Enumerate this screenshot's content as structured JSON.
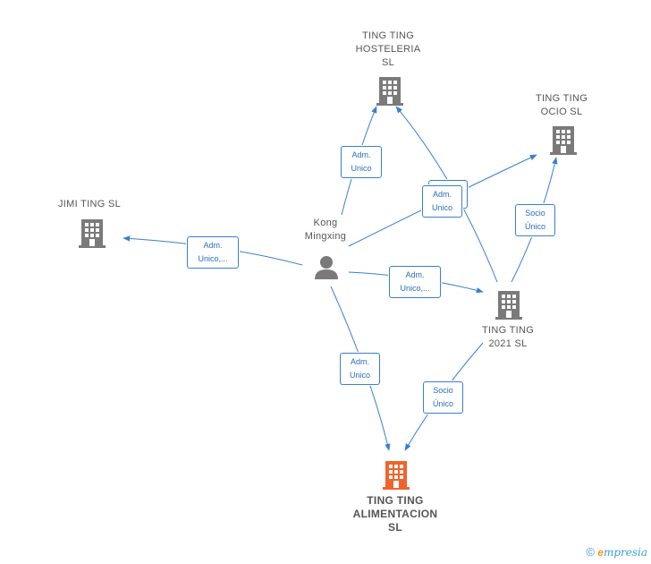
{
  "nodes": {
    "hosteleria": {
      "label": "TING TING\nHOSTELERIA\nSL"
    },
    "ocio": {
      "label": "TING TING\nOCIO  SL"
    },
    "jimi": {
      "label": "JIMI TING  SL"
    },
    "kong": {
      "label": "Kong\nMingxing"
    },
    "t2021": {
      "label": "TING TING\n2021  SL"
    },
    "alimentacion": {
      "label": "TING TING\nALIMENTACION\nSL"
    }
  },
  "edge_labels": {
    "kong_hosteleria": "Adm.\nUnico",
    "kong_ocio": "Adm.\nUnico",
    "kong_jimi": "Adm.\nUnico,...",
    "kong_2021": "Adm.\nUnico,...",
    "kong_alimentacion": "Adm.\nUnico",
    "t2021_ocio": "Socio\nÚnico",
    "t2021_alimentacion": "Socio\nÚnico"
  },
  "colors": {
    "edge": "#3a7fcf",
    "building": "#7a7a7a",
    "building_highlight": "#f0642c",
    "person": "#7a7a7a"
  },
  "footer": {
    "copyright_symbol": "©",
    "brand_first_letter": "e",
    "brand_rest": "mpresia"
  }
}
